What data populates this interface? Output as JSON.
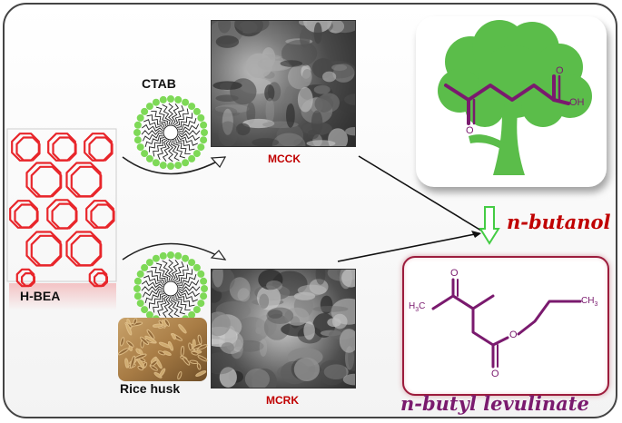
{
  "labels": {
    "surfactant": "CTAB",
    "zeolite": "H-BEA",
    "biotemplate": "Rice husk",
    "product_ctab": "MCCK",
    "product_husk": "MCRK",
    "reagent": "n-butanol",
    "ester": "n-butyl levulinate",
    "acid_oh": "OH",
    "acid_o": "O",
    "ester_o_ring": "O",
    "ester_o_keto": "O",
    "ester_o_carbonyl": "O",
    "h3c": "H3C",
    "ch3": "CH3"
  },
  "colors": {
    "zeolite": "#e8262b",
    "micelle_head": "#7ed957",
    "tree": "#5bbd4a",
    "molecule": "#7a1a6e",
    "product_frame": "#9c1c3c",
    "arrow_green": "#44cc44",
    "red_label": "#c00000"
  }
}
